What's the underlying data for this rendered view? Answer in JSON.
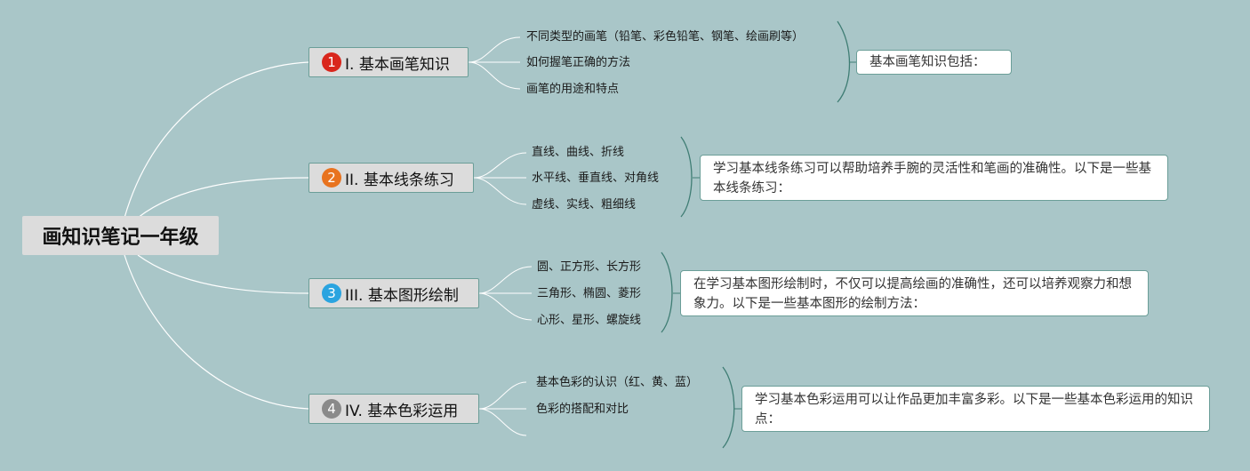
{
  "root": {
    "title": "画知识笔记一年级"
  },
  "branches": [
    {
      "number": "1",
      "label": "I. 基本画笔知识",
      "color": "#d9261c",
      "items": [
        "不同类型的画笔（铅笔、彩色铅笔、钢笔、绘画刷等）",
        "如何握笔正确的方法",
        "画笔的用途和特点"
      ],
      "note": "基本画笔知识包括："
    },
    {
      "number": "2",
      "label": "II. 基本线条练习",
      "color": "#e8731f",
      "items": [
        "直线、曲线、折线",
        "水平线、垂直线、对角线",
        "虚线、实线、粗细线"
      ],
      "note": "学习基本线条练习可以帮助培养手腕的灵活性和笔画的准确性。以下是一些基本线条练习："
    },
    {
      "number": "3",
      "label": "III. 基本图形绘制",
      "color": "#2aa4e0",
      "items": [
        "圆、正方形、长方形",
        "三角形、椭圆、菱形",
        "心形、星形、螺旋线"
      ],
      "note": "在学习基本图形绘制时，不仅可以提高绘画的准确性，还可以培养观察力和想象力。以下是一些基本图形的绘制方法："
    },
    {
      "number": "4",
      "label": "IV. 基本色彩运用",
      "color": "#8a8a8a",
      "items": [
        "基本色彩的认识（红、黄、蓝）",
        "色彩的搭配和对比"
      ],
      "note": "学习基本色彩运用可以让作品更加丰富多彩。以下是一些基本色彩运用的知识点："
    }
  ]
}
